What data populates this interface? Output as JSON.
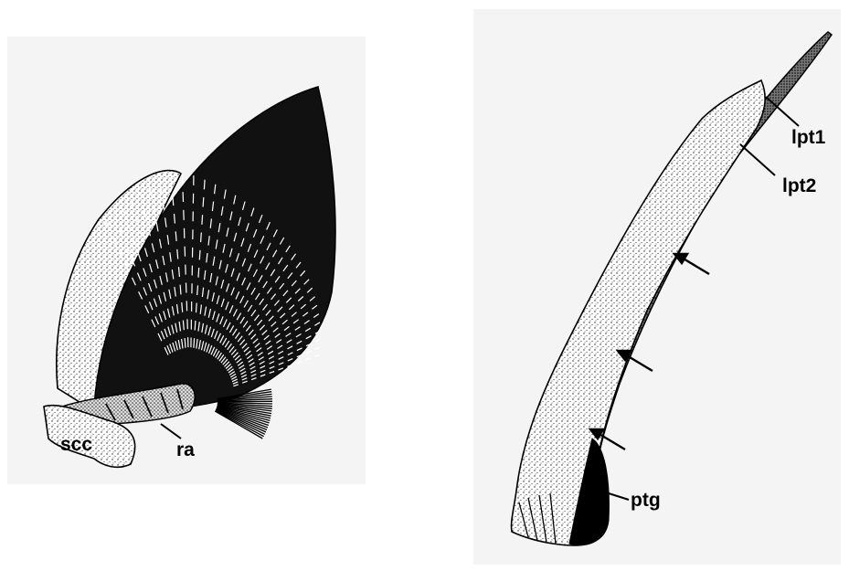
{
  "figure": {
    "left_panel": {
      "labels": {
        "scc": "scc",
        "ra": "ra"
      }
    },
    "right_panel": {
      "labels": {
        "lpt1": "lpt1",
        "lpt2": "lpt2",
        "ptg": "ptg"
      },
      "arrow_count": 3
    },
    "colors": {
      "background": "#f4f4f4",
      "ink": "#000000",
      "page": "#ffffff"
    }
  }
}
